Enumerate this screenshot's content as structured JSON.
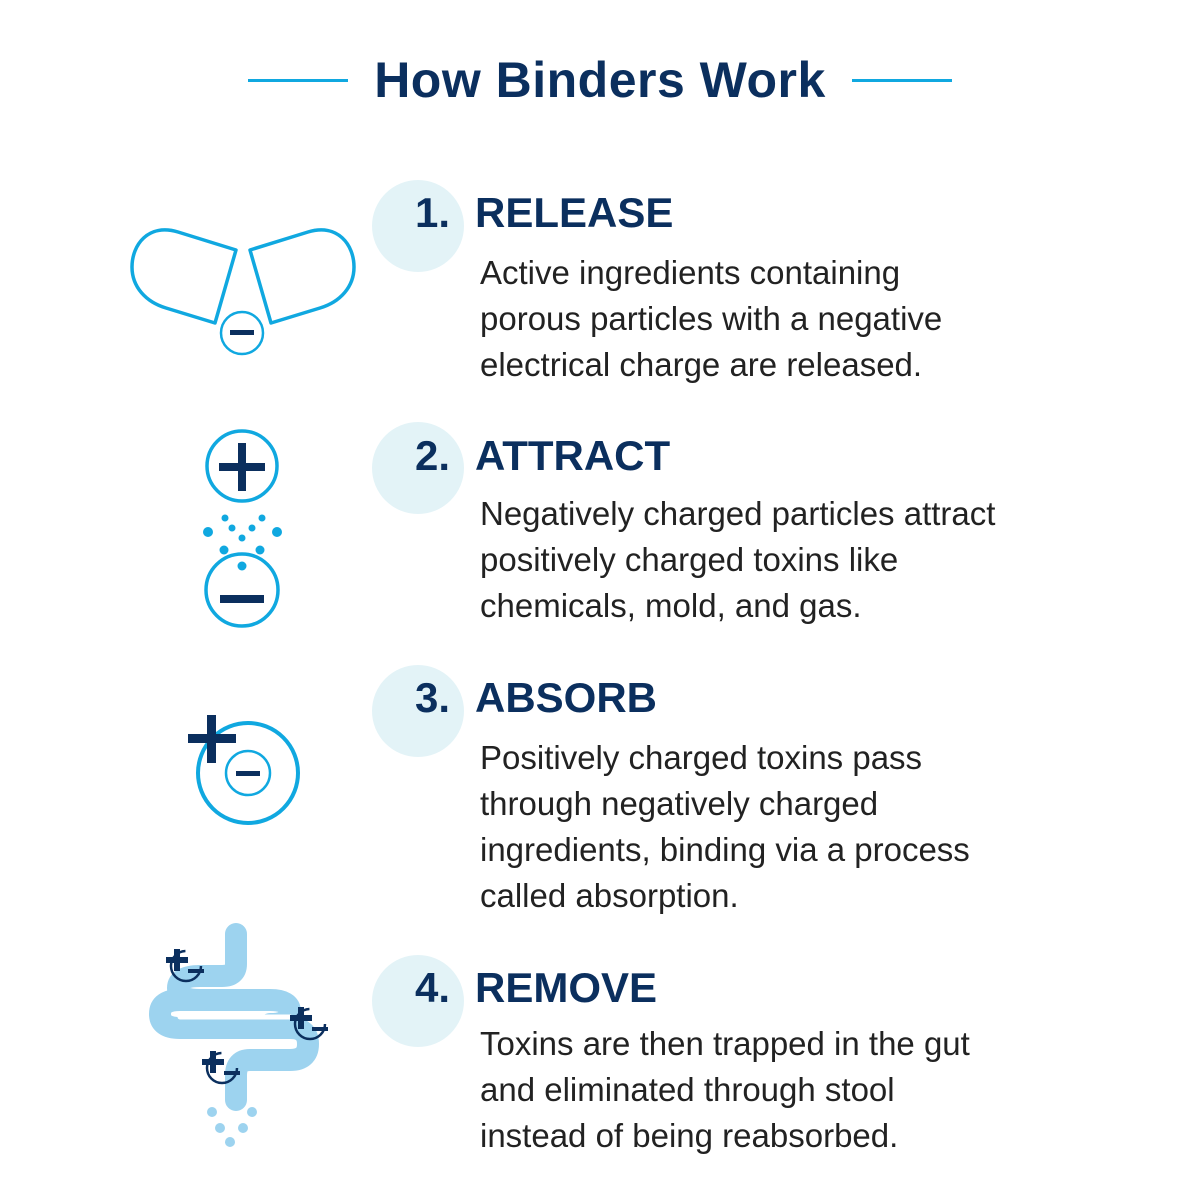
{
  "header": {
    "title": "How Binders Work"
  },
  "colors": {
    "navy": "#0b2f5e",
    "accent_blue": "#10a8e0",
    "light_blue": "#9dd3ef",
    "circle_bg": "#e3f3f7",
    "body_text": "#222222"
  },
  "steps": [
    {
      "number": "1.",
      "title": "RELEASE",
      "icon": "capsule-open-icon",
      "lines": [
        "Active ingredients containing",
        "porous particles with a negative",
        "electrical charge are released."
      ]
    },
    {
      "number": "2.",
      "title": "ATTRACT",
      "icon": "charges-attract-icon",
      "lines": [
        "Negatively charged particles attract",
        "positively charged toxins like",
        "chemicals, mold, and gas."
      ]
    },
    {
      "number": "3.",
      "title": "ABSORB",
      "icon": "charge-absorb-icon",
      "lines": [
        "Positively charged toxins pass",
        "through negatively charged",
        "ingredients, binding via a process",
        "called absorption."
      ]
    },
    {
      "number": "4.",
      "title": "REMOVE",
      "icon": "intestine-icon",
      "lines": [
        "Toxins are then trapped in the gut",
        "and eliminated through stool",
        "instead of being reabsorbed."
      ]
    }
  ]
}
